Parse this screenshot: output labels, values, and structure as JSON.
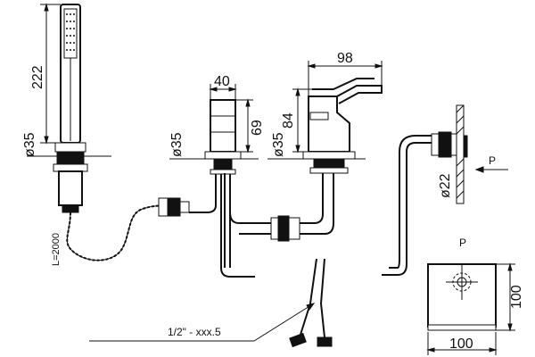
{
  "dimensions": {
    "shower_length": "222",
    "hole_dia_left": "ø35",
    "valve_width": "40",
    "valve_height": "69",
    "hole_dia_mid": "ø35",
    "hole_dia_right": "ø35",
    "spout_reach": "98",
    "spout_height": "84",
    "pipe_dia": "ø22",
    "hose_length": "L=2000",
    "connection": "1/2\" - xxx.5",
    "plate_width": "100",
    "plate_height": "100"
  },
  "views": {
    "arrow_label": "P",
    "plate_view_label": "P"
  }
}
